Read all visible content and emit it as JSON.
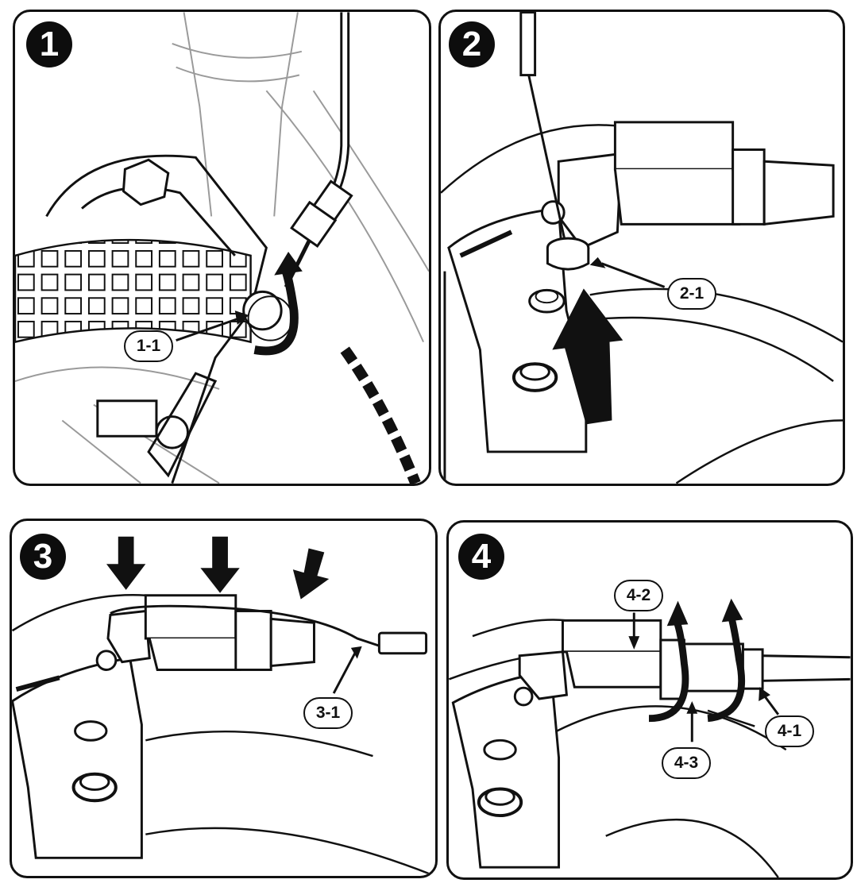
{
  "panels": [
    {
      "step": "1",
      "callouts": [
        "1-1"
      ]
    },
    {
      "step": "2",
      "callouts": [
        "2-1"
      ]
    },
    {
      "step": "3",
      "callouts": [
        "3-1"
      ]
    },
    {
      "step": "4",
      "callouts": [
        "4-2",
        "4-3",
        "4-1"
      ]
    }
  ],
  "colors": {
    "line": "#111111",
    "faint": "#9a9a9a",
    "badge": "#0d0d0d",
    "background": "#ffffff"
  }
}
